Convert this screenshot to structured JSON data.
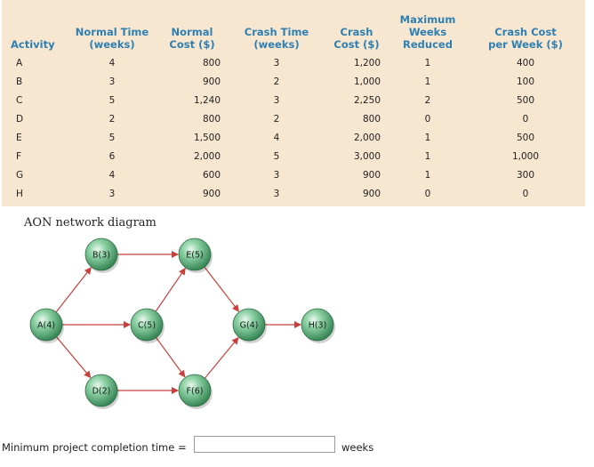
{
  "table": {
    "headers": {
      "activity": "Activity",
      "normal_time": [
        "Normal Time",
        "(weeks)"
      ],
      "normal_cost": [
        "Normal",
        "Cost ($)"
      ],
      "crash_time": [
        "Crash Time",
        "(weeks)"
      ],
      "crash_cost": [
        "Crash",
        "Cost ($)"
      ],
      "max_weeks": [
        "Maximum",
        "Weeks",
        "Reduced"
      ],
      "cost_per_week": [
        "Crash Cost",
        "per Week ($)"
      ]
    },
    "rows": [
      {
        "activity": "A",
        "normal_time": "4",
        "normal_cost": "800",
        "crash_time": "3",
        "crash_cost": "1,200",
        "max_weeks": "1",
        "cost_per_week": "400"
      },
      {
        "activity": "B",
        "normal_time": "3",
        "normal_cost": "900",
        "crash_time": "2",
        "crash_cost": "1,000",
        "max_weeks": "1",
        "cost_per_week": "100"
      },
      {
        "activity": "C",
        "normal_time": "5",
        "normal_cost": "1,240",
        "crash_time": "3",
        "crash_cost": "2,250",
        "max_weeks": "2",
        "cost_per_week": "500"
      },
      {
        "activity": "D",
        "normal_time": "2",
        "normal_cost": "800",
        "crash_time": "2",
        "crash_cost": "800",
        "max_weeks": "0",
        "cost_per_week": "0"
      },
      {
        "activity": "E",
        "normal_time": "5",
        "normal_cost": "1,500",
        "crash_time": "4",
        "crash_cost": "2,000",
        "max_weeks": "1",
        "cost_per_week": "500"
      },
      {
        "activity": "F",
        "normal_time": "6",
        "normal_cost": "2,000",
        "crash_time": "5",
        "crash_cost": "3,000",
        "max_weeks": "1",
        "cost_per_week": "1,000"
      },
      {
        "activity": "G",
        "normal_time": "4",
        "normal_cost": "600",
        "crash_time": "3",
        "crash_cost": "900",
        "max_weeks": "1",
        "cost_per_week": "300"
      },
      {
        "activity": "H",
        "normal_time": "3",
        "normal_cost": "900",
        "crash_time": "3",
        "crash_cost": "900",
        "max_weeks": "0",
        "cost_per_week": "0"
      }
    ]
  },
  "diagram": {
    "title": "AON network diagram",
    "nodes": [
      {
        "id": "A",
        "label": "A(4)"
      },
      {
        "id": "B",
        "label": "B(3)"
      },
      {
        "id": "C",
        "label": "C(5)"
      },
      {
        "id": "D",
        "label": "D(2)"
      },
      {
        "id": "E",
        "label": "E(5)"
      },
      {
        "id": "F",
        "label": "F(6)"
      },
      {
        "id": "G",
        "label": "G(4)"
      },
      {
        "id": "H",
        "label": "H(3)"
      }
    ],
    "edges": [
      [
        "A",
        "B"
      ],
      [
        "A",
        "C"
      ],
      [
        "A",
        "D"
      ],
      [
        "B",
        "E"
      ],
      [
        "C",
        "E"
      ],
      [
        "C",
        "F"
      ],
      [
        "D",
        "F"
      ],
      [
        "E",
        "G"
      ],
      [
        "F",
        "G"
      ],
      [
        "G",
        "H"
      ]
    ],
    "colors": {
      "node": "#5cae7c",
      "arrow": "#c8403d"
    }
  },
  "question": {
    "label": "Minimum project completion time =",
    "value": "",
    "unit": "weeks"
  }
}
